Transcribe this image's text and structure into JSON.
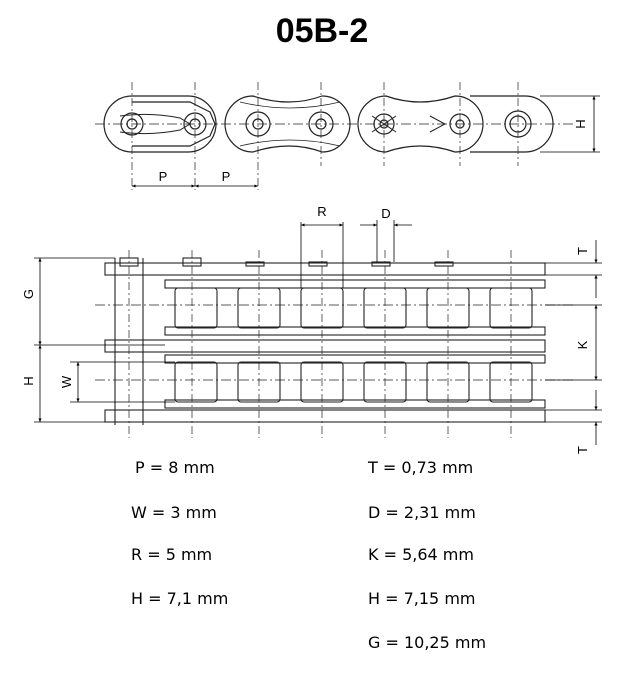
{
  "title": "05B-2",
  "labels": {
    "h_top": "H",
    "p_left": "P",
    "p_right": "P",
    "r": "R",
    "d": "D",
    "t_top": "T",
    "t_bottom": "T",
    "g": "G",
    "h_left": "H",
    "w": "W",
    "k": "K"
  },
  "specs": {
    "left": [
      {
        "text": "P = 8 mm"
      },
      {
        "text": "W = 3 mm"
      },
      {
        "text": "R = 5 mm"
      },
      {
        "text": "H = 7,1 mm"
      }
    ],
    "right": [
      {
        "text": "T = 0,73 mm"
      },
      {
        "text": "D = 2,31 mm"
      },
      {
        "text": "K = 5,64 mm"
      },
      {
        "text": "H = 7,15 mm"
      },
      {
        "text": "G = 10,25 mm"
      }
    ]
  }
}
